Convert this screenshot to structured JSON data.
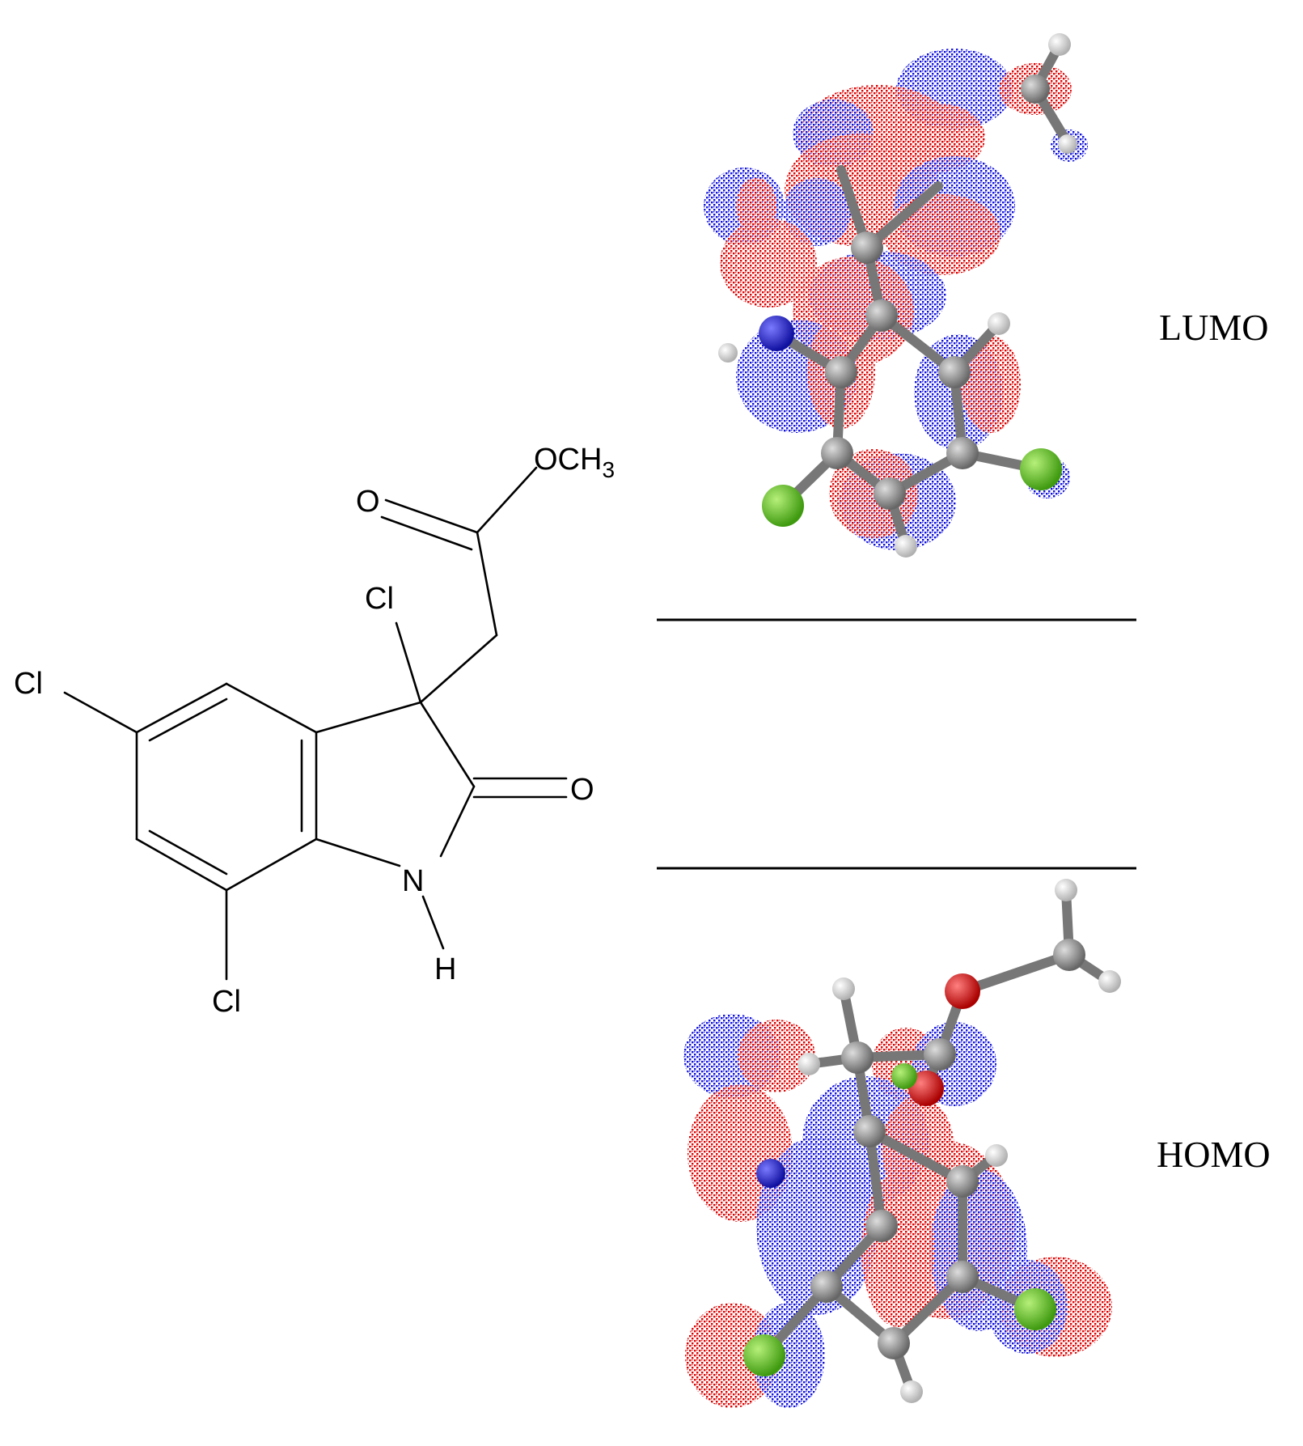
{
  "structure": {
    "labels": {
      "och3": "OCH",
      "och3_sub": "3",
      "ester_o": "O",
      "cl_c3": "Cl",
      "cl_c5": "Cl",
      "cl_c7": "Cl",
      "lactam_o": "O",
      "n": "N",
      "h": "H"
    }
  },
  "orbitals": {
    "lumo_label": "LUMO",
    "homo_label": "HOMO"
  },
  "colors": {
    "positive_lobe": "#dd0000",
    "negative_lobe": "#1010dd",
    "carbon": "#888888",
    "hydrogen": "#e8e8e8",
    "chlorine": "#66cc22",
    "nitrogen": "#2222dd",
    "oxygen": "#dd0000"
  }
}
